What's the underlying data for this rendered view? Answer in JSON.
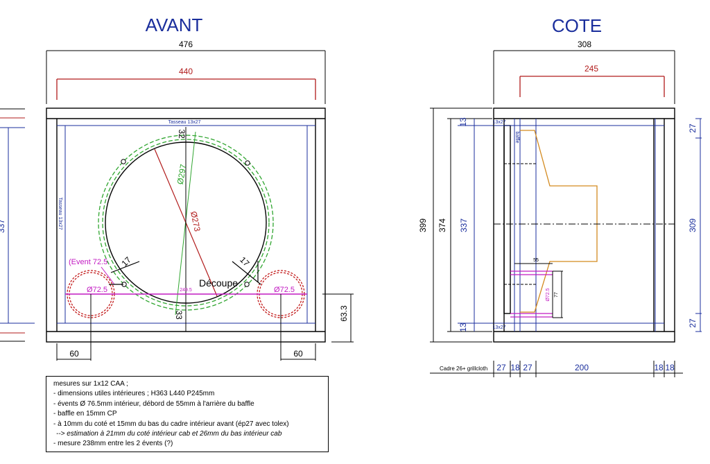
{
  "front": {
    "title": "AVANT",
    "overall_width": "476",
    "inner_width": "440",
    "left_height_cut": "337",
    "tasseau_top": "Tasseau 13x27",
    "tasseau_side": "Tasseau 13x27",
    "dia_297": "Ø297",
    "dia_273": "Ø273",
    "top_gap": "32",
    "bottom_gap": "33",
    "event_label": "(Event 72.5",
    "port_left": "Ø72.5",
    "port_right": "Ø72.5",
    "port_spacing": "249.5",
    "diag_left": "17",
    "diag_right": "17",
    "decoupe": "Découpe",
    "port_height": "63.3",
    "offset_left": "60",
    "offset_right": "60"
  },
  "side": {
    "title": "COTE",
    "overall_depth": "308",
    "inner_depth": "245",
    "total_height": "399",
    "height_374": "374",
    "height_337": "337",
    "top_13": "13",
    "bottom_13": "13",
    "right_27_top": "27",
    "right_309": "309",
    "right_27_bottom": "27",
    "tasseau_top": "13x27",
    "tasseau_bottom": "13x27",
    "baffle": "baffle",
    "port_55": "55",
    "port_dia": "Ø72.5",
    "port_77": "77",
    "cadre_label": "Cadre 26+ grillcloth",
    "bottom_dims": [
      "27",
      "18",
      "27",
      "200",
      "18",
      "18"
    ]
  },
  "notes": {
    "lines": [
      "mesures sur 1x12 CAA ;",
      "- dimensions utiles intérieures ; H363 L440  P245mm",
      "- évents Ø 76.5mm intérieur, débord de 55mm à l'arrière du baffle",
      "- baffle en 15mm CP",
      "- à 10mm du coté et 15mm du bas du cadre intérieur avant (ép27 avec tolex)",
      "--> estimation à 21mm du coté intérieur cab et 26mm du bas intérieur cab",
      "- mesure 238mm entre les 2 évents (?)"
    ]
  }
}
